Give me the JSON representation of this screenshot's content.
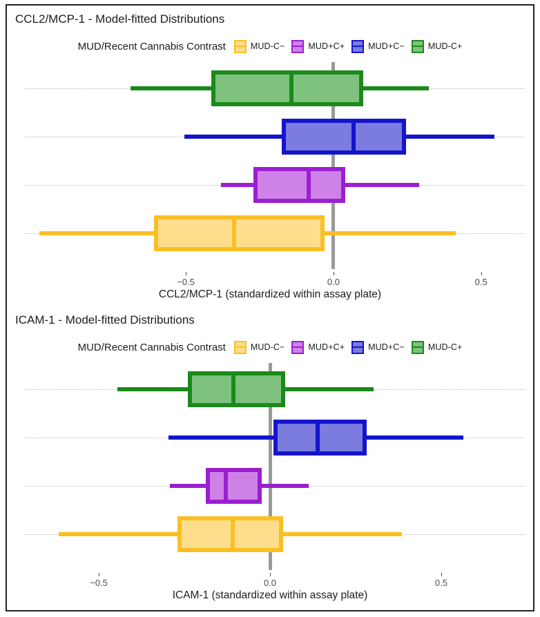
{
  "figure": {
    "background": "#ffffff",
    "frame_color": "#222222"
  },
  "legend": {
    "title": "MUD/Recent Cannabis Contrast",
    "entries": [
      {
        "label": "MUD-C−",
        "key": "legend-key-yellow",
        "fill": "#FCDE8C",
        "stroke": "#FBBF24"
      },
      {
        "label": "MUD+C+",
        "key": "legend-key-purple",
        "fill": "#CE82E8",
        "stroke": "#9B1FD0"
      },
      {
        "label": "MUD+C−",
        "key": "legend-key-blue",
        "fill": "#7B7BE0",
        "stroke": "#1414CC"
      },
      {
        "label": "MUD-C+",
        "key": "legend-key-green",
        "fill": "#7EC27E",
        "stroke": "#1A8A1A"
      }
    ]
  },
  "panels": [
    {
      "title": "CCL2/MCP-1 - Model-fitted Distributions",
      "axis_title": "CCL2/MCP-1 (standardized within assay plate)",
      "ticks": [
        "−0.5",
        "0.0",
        "0.5"
      ]
    },
    {
      "title": "ICAM-1 - Model-fitted Distributions",
      "axis_title": "ICAM-1 (standardized within assay plate)",
      "ticks": [
        "−0.5",
        "0.0",
        "0.5"
      ]
    }
  ],
  "chart_data": [
    {
      "type": "box",
      "orientation": "horizontal",
      "title": "CCL2/MCP-1 - Model-fitted Distributions",
      "xlabel": "CCL2/MCP-1 (standardized within assay plate)",
      "ylabel": "",
      "legend_title": "MUD/Recent Cannabis Contrast",
      "legend_position": "top",
      "grid": "dotted-horizontal",
      "xlim": [
        -1.05,
        0.62
      ],
      "xticks": [
        -0.5,
        0.0,
        0.5
      ],
      "reference_line": 0.0,
      "boxes": [
        {
          "group": "MUD-C+",
          "color": "#1A8A1A",
          "fill": "#7EC27E",
          "whisker_low": -0.688,
          "q1": -0.414,
          "median": -0.143,
          "q3": 0.101,
          "whisker_high": 0.324
        },
        {
          "group": "MUD+C−",
          "color": "#1414CC",
          "fill": "#7B7BE0",
          "whisker_low": -0.506,
          "q1": -0.176,
          "median": 0.068,
          "q3": 0.246,
          "whisker_high": 0.546
        },
        {
          "group": "MUD+C+",
          "color": "#9B1FD0",
          "fill": "#CE82E8",
          "whisker_low": -0.381,
          "q1": -0.27,
          "median": -0.083,
          "q3": 0.04,
          "whisker_high": 0.29
        },
        {
          "group": "MUD-C−",
          "color": "#FBBF24",
          "fill": "#FCDE8C",
          "whisker_low": -0.996,
          "q1": -0.607,
          "median": -0.337,
          "q3": -0.03,
          "whisker_high": 0.415
        }
      ]
    },
    {
      "type": "box",
      "orientation": "horizontal",
      "title": "ICAM-1 - Model-fitted Distributions",
      "xlabel": "ICAM-1 (standardized within assay plate)",
      "ylabel": "",
      "legend_title": "MUD/Recent Cannabis Contrast",
      "legend_position": "top",
      "grid": "dotted-horizontal",
      "xlim": [
        -0.72,
        0.72
      ],
      "xticks": [
        -0.5,
        0.0,
        0.5
      ],
      "reference_line": 0.0,
      "boxes": [
        {
          "group": "MUD-C+",
          "color": "#1A8A1A",
          "fill": "#7EC27E",
          "whisker_low": -0.445,
          "q1": -0.24,
          "median": -0.106,
          "q3": 0.045,
          "whisker_high": 0.302
        },
        {
          "group": "MUD+C−",
          "color": "#1414CC",
          "fill": "#7B7BE0",
          "whisker_low": -0.296,
          "q1": 0.011,
          "median": 0.14,
          "q3": 0.282,
          "whisker_high": 0.565
        },
        {
          "group": "MUD+C+",
          "color": "#9B1FD0",
          "fill": "#CE82E8",
          "whisker_low": -0.293,
          "q1": -0.188,
          "median": -0.129,
          "q3": -0.025,
          "whisker_high": 0.112
        },
        {
          "group": "MUD-C−",
          "color": "#FBBF24",
          "fill": "#FCDE8C",
          "whisker_low": -0.618,
          "q1": -0.27,
          "median": -0.109,
          "q3": 0.039,
          "whisker_high": 0.386
        }
      ]
    }
  ]
}
